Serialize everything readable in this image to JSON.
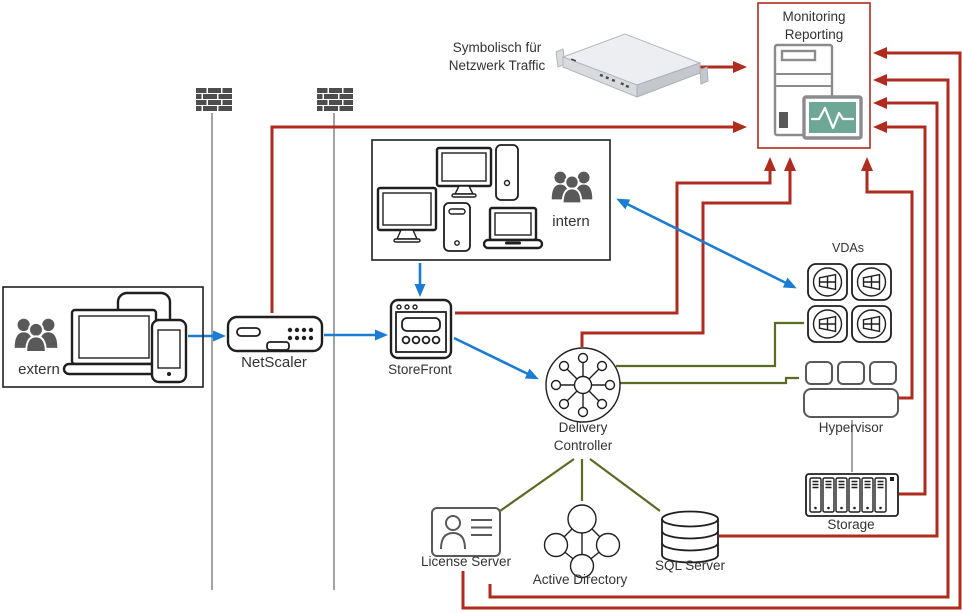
{
  "diagram": {
    "type": "network-architecture-diagram",
    "colors": {
      "flow_blue": "#1B7CD3",
      "monitor_red": "#AE2B1D",
      "link_olive": "#5A6B26",
      "line_gray": "#8C8C8C",
      "icon_dark": "#1F1F1F",
      "icon_gray": "#595959",
      "screen_teal": "#6EA795",
      "brick_gray": "#4D4D4D",
      "text_dark": "#333333"
    },
    "labels": {
      "monitoring_line1": "Monitoring",
      "monitoring_line2": "Reporting",
      "traffic_line1": "Symbolisch für",
      "traffic_line2": "Netzwerk Traffic",
      "extern": "extern",
      "intern": "intern",
      "netscaler": "NetScaler",
      "storefront": "StoreFront",
      "delivery_line1": "Delivery",
      "delivery_line2": "Controller",
      "vdas": "VDAs",
      "hypervisor": "Hypervisor",
      "storage": "Storage",
      "license_server": "License Server",
      "active_directory": "Active Directory",
      "sql_server": "SQL Server"
    },
    "icons": [
      "users-group-icon",
      "laptop-icon",
      "tablet-icon",
      "smartphone-icon",
      "desktop-monitor-icon",
      "pc-tower-icon",
      "firewall-brick-icon",
      "netscaler-appliance-icon",
      "storefront-icon",
      "delivery-controller-hub-icon",
      "windows-vm-icon",
      "hypervisor-icon",
      "storage-array-icon",
      "license-id-card-icon",
      "active-directory-icon",
      "sql-database-icon",
      "rack-server-icon",
      "monitoring-tower-icon",
      "pulse-monitor-icon"
    ]
  }
}
